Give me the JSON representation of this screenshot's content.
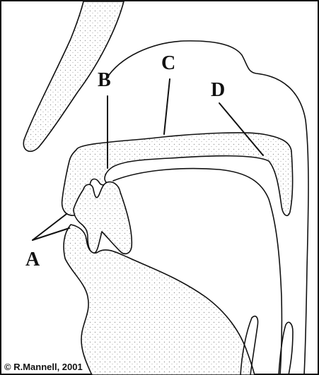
{
  "labels": {
    "a": "A",
    "b": "B",
    "c": "C",
    "d": "D"
  },
  "copyright": "© R.Mannell, 2001",
  "colors": {
    "ink": "#111111",
    "stipple": "#9a9a9a",
    "background": "#ffffff"
  }
}
